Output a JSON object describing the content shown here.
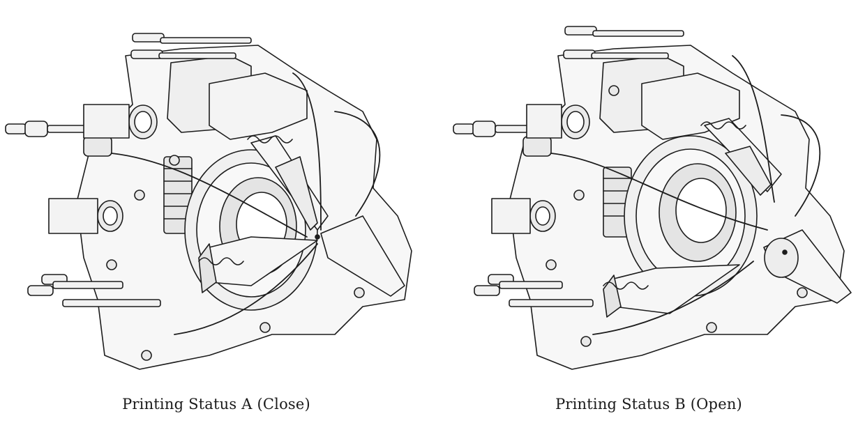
{
  "figures": [
    {
      "caption": "Printing Status A (Close)",
      "state": "close"
    },
    {
      "caption": "Printing Status B (Open)",
      "state": "open"
    }
  ],
  "colors": {
    "stroke": "#1c1c1c",
    "fill": "#f7f7f7",
    "fill_alt": "#ebebeb",
    "shade": "#d6d6d6",
    "background": "#ffffff"
  }
}
